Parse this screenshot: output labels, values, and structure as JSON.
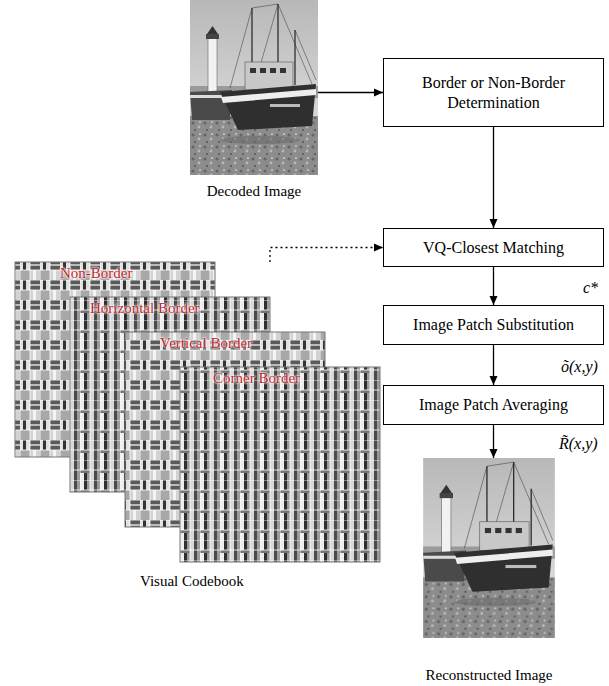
{
  "diagram": {
    "nodes": [
      {
        "text": [
          "Decoded Image"
        ]
      },
      {
        "text": [
          "Border or Non-Border Determination"
        ]
      },
      {
        "text": [
          "VQ-Closest Matching"
        ]
      },
      {
        "text": [
          "Image Patch Substitution"
        ]
      },
      {
        "text": [
          "Image Patch Averaging"
        ]
      },
      {
        "text": [
          "Visual Codebook"
        ]
      },
      {
        "text": [
          "Non-Border"
        ],
        "in": 5
      },
      {
        "text": [
          "Horizontal Border"
        ],
        "in": 5
      },
      {
        "text": [
          "Vertical Border"
        ],
        "in": 5
      },
      {
        "text": [
          "Corner Border"
        ],
        "in": 5
      },
      {
        "text": [
          "Reconstructed Image"
        ]
      }
    ],
    "edges": [
      {
        "from": 0,
        "to": 1,
        "arrow": "to"
      },
      {
        "from": 1,
        "to": 2,
        "arrow": "to"
      },
      {
        "from": 5,
        "to": 2,
        "arrow": "to"
      },
      {
        "from": 2,
        "to": 3,
        "label": "c*",
        "arrow": "to"
      },
      {
        "from": 3,
        "to": 4,
        "label": "õ(x,y)",
        "arrow": "to"
      },
      {
        "from": 4,
        "to": 10,
        "label": "R̃(x,y)",
        "arrow": "to"
      }
    ]
  }
}
